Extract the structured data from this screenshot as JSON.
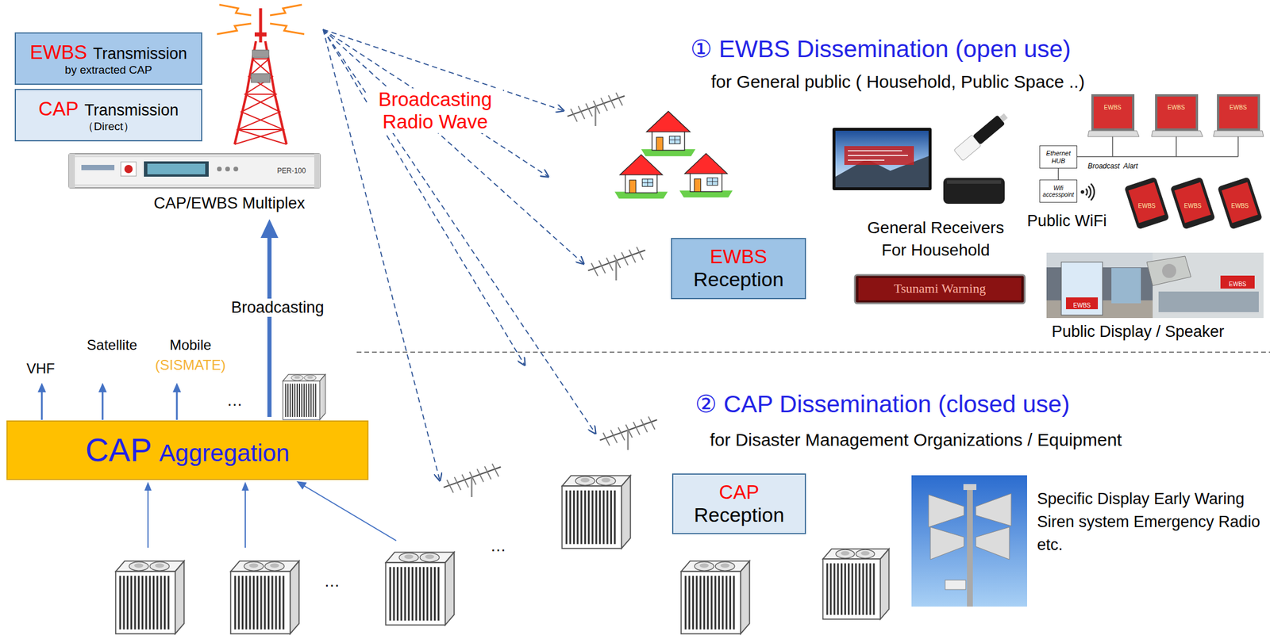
{
  "diagram": {
    "nodes": [
      {
        "text": [
          "EWBS",
          "Transmission",
          "by extracted CAP"
        ]
      },
      {
        "text": [
          "CAP",
          "Transmission",
          "（Direct）"
        ]
      },
      {
        "text": [
          "Ethernet HUB"
        ]
      },
      {
        "text": [
          "Wifi accesspoint"
        ]
      },
      {
        "text": [
          "EWBS",
          "Reception"
        ]
      },
      {
        "text": [
          "CAP",
          "Aggregation"
        ]
      },
      {
        "text": [
          "CAP",
          "Reception"
        ]
      }
    ],
    "edges": [
      {
        "from": 2,
        "to": 3,
        "arrow": "none"
      }
    ],
    "labels": [
      "Broadcasting Radio Wave",
      "PER-100",
      "CAP/EWBS Multiplex",
      "① EWBS Dissemination (open use)",
      "for General public ( Household, Public Space ..)",
      "EWBS",
      "EWBS",
      "EWBS",
      "Broadcast  Alart",
      "EWBS",
      "EWBS",
      "EWBS",
      "General Receivers For Household",
      "Public WiFi",
      "Tsunami Warning",
      "EWBS",
      "EWBS",
      "Public Display / Speaker",
      "Broadcasting",
      "…",
      "VHF",
      "Satellite",
      "Mobile",
      "(SISMATE)",
      "② CAP Dissemination (closed use)",
      "for Disaster Management Organizations / Equipment",
      "…",
      "Specific Display Early Waring Siren system Emergency Radio etc.",
      "…"
    ]
  }
}
